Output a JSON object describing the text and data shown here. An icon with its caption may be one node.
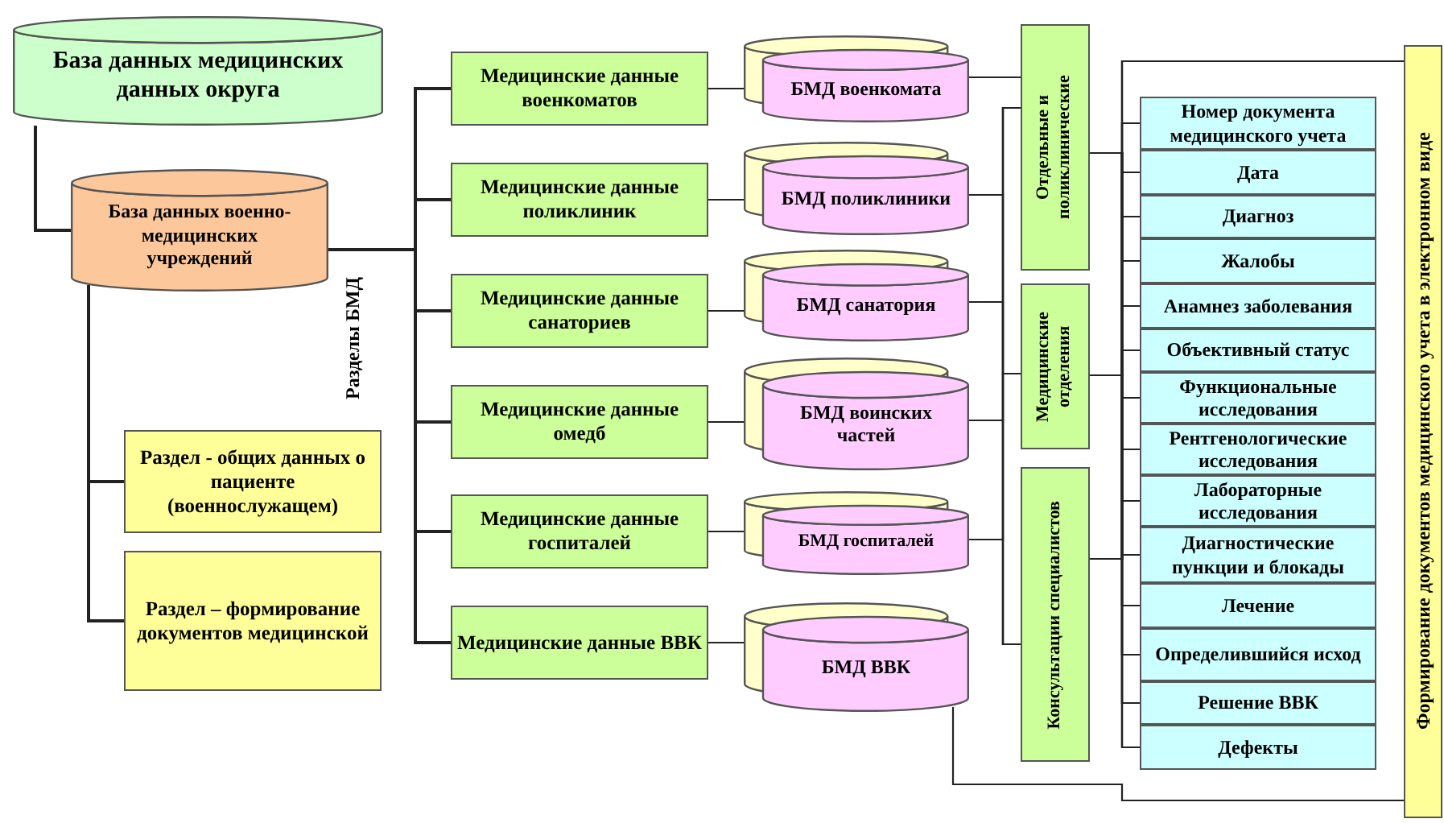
{
  "diagram": {
    "nodes": [
      {
        "text": [
          "База данных медицинских данных округа"
        ]
      },
      {
        "text": [
          "База данных военно-медицинских учреждений"
        ]
      },
      {
        "text": [
          "Раздел - общих данных о пациенте (военнослужащем)"
        ]
      },
      {
        "text": [
          "Раздел – формирование документов медицинской"
        ]
      },
      {
        "text": [
          "Медицинские данные военкоматов"
        ]
      },
      {
        "text": [
          "Медицинские данные поликлиник"
        ]
      },
      {
        "text": [
          "Медицинские данные санаториев"
        ]
      },
      {
        "text": [
          "Медицинские данные омедб"
        ]
      },
      {
        "text": [
          "Медицинские данные госпиталей"
        ]
      },
      {
        "text": [
          "Медицинские данные ВВК"
        ]
      },
      {
        "text": [
          "БМД военкомата"
        ]
      },
      {
        "text": [
          "БМД поликлиники"
        ]
      },
      {
        "text": [
          "БМД санатория"
        ]
      },
      {
        "text": [
          "БМД воинских частей"
        ]
      },
      {
        "text": [
          "БМД госпиталей"
        ]
      },
      {
        "text": [
          "БМД ВВК"
        ]
      },
      {
        "text": [
          "Отдельные и поликлинические"
        ]
      },
      {
        "text": [
          "Медицинские отделения"
        ]
      },
      {
        "text": [
          "Консультации специалистов"
        ]
      },
      {
        "text": [
          "Номер документа медицинского учета"
        ]
      },
      {
        "text": [
          "Дата"
        ]
      },
      {
        "text": [
          "Диагноз"
        ]
      },
      {
        "text": [
          "Жалобы"
        ]
      },
      {
        "text": [
          "Анамнез заболевания"
        ]
      },
      {
        "text": [
          "Объективный статус"
        ]
      },
      {
        "text": [
          "Функциональные исследования"
        ]
      },
      {
        "text": [
          "Рентгенологические исследования"
        ]
      },
      {
        "text": [
          "Лабораторные исследования"
        ]
      },
      {
        "text": [
          "Диагностические пункции и блокады"
        ]
      },
      {
        "text": [
          "Лечение"
        ]
      },
      {
        "text": [
          "Определившийся исход"
        ]
      },
      {
        "text": [
          "Решение ВВК"
        ]
      },
      {
        "text": [
          "Дефекты"
        ]
      },
      {
        "text": [
          "Формирование документов медицинского учета в электронном виде"
        ]
      }
    ],
    "edges": [
      {
        "from": 0,
        "to": 1,
        "arrow": "none"
      },
      {
        "from": 1,
        "to": 2,
        "arrow": "none"
      },
      {
        "from": 1,
        "to": 3,
        "arrow": "none"
      },
      {
        "from": 1,
        "to": 4,
        "arrow": "none"
      },
      {
        "from": 1,
        "to": 5,
        "arrow": "none"
      },
      {
        "from": 1,
        "to": 6,
        "arrow": "none"
      },
      {
        "from": 1,
        "to": 7,
        "arrow": "none"
      },
      {
        "from": 1,
        "to": 8,
        "arrow": "none"
      },
      {
        "from": 1,
        "to": 9,
        "arrow": "none"
      },
      {
        "from": 4,
        "to": 10,
        "arrow": "none"
      },
      {
        "from": 5,
        "to": 11,
        "arrow": "none"
      },
      {
        "from": 6,
        "to": 12,
        "arrow": "none"
      },
      {
        "from": 7,
        "to": 13,
        "arrow": "none"
      },
      {
        "from": 8,
        "to": 14,
        "arrow": "none"
      },
      {
        "from": 9,
        "to": 15,
        "arrow": "none"
      },
      {
        "from": 10,
        "to": 16,
        "arrow": "none"
      },
      {
        "from": 11,
        "to": 16,
        "arrow": "none"
      },
      {
        "from": 11,
        "to": 17,
        "arrow": "none"
      },
      {
        "from": 11,
        "to": 18,
        "arrow": "none"
      },
      {
        "from": 12,
        "to": 16,
        "arrow": "none"
      },
      {
        "from": 12,
        "to": 17,
        "arrow": "none"
      },
      {
        "from": 12,
        "to": 18,
        "arrow": "none"
      },
      {
        "from": 13,
        "to": 16,
        "arrow": "none"
      },
      {
        "from": 13,
        "to": 17,
        "arrow": "none"
      },
      {
        "from": 13,
        "to": 18,
        "arrow": "none"
      },
      {
        "from": 14,
        "to": 16,
        "arrow": "none"
      },
      {
        "from": 14,
        "to": 17,
        "arrow": "none"
      },
      {
        "from": 14,
        "to": 18,
        "arrow": "none"
      },
      {
        "from": 16,
        "to": 19,
        "arrow": "none"
      },
      {
        "from": 16,
        "to": 20,
        "arrow": "none"
      },
      {
        "from": 16,
        "to": 21,
        "arrow": "none"
      },
      {
        "from": 16,
        "to": 22,
        "arrow": "none"
      },
      {
        "from": 16,
        "to": 23,
        "arrow": "none"
      },
      {
        "from": 16,
        "to": 24,
        "arrow": "none"
      },
      {
        "from": 16,
        "to": 25,
        "arrow": "none"
      },
      {
        "from": 16,
        "to": 26,
        "arrow": "none"
      },
      {
        "from": 16,
        "to": 27,
        "arrow": "none"
      },
      {
        "from": 16,
        "to": 28,
        "arrow": "none"
      },
      {
        "from": 16,
        "to": 29,
        "arrow": "none"
      },
      {
        "from": 16,
        "to": 30,
        "arrow": "none"
      },
      {
        "from": 16,
        "to": 31,
        "arrow": "none"
      },
      {
        "from": 16,
        "to": 32,
        "arrow": "none"
      },
      {
        "from": 17,
        "to": 19,
        "arrow": "none"
      },
      {
        "from": 17,
        "to": 20,
        "arrow": "none"
      },
      {
        "from": 17,
        "to": 21,
        "arrow": "none"
      },
      {
        "from": 17,
        "to": 22,
        "arrow": "none"
      },
      {
        "from": 17,
        "to": 23,
        "arrow": "none"
      },
      {
        "from": 17,
        "to": 24,
        "arrow": "none"
      },
      {
        "from": 17,
        "to": 25,
        "arrow": "none"
      },
      {
        "from": 17,
        "to": 26,
        "arrow": "none"
      },
      {
        "from": 17,
        "to": 27,
        "arrow": "none"
      },
      {
        "from": 17,
        "to": 28,
        "arrow": "none"
      },
      {
        "from": 17,
        "to": 29,
        "arrow": "none"
      },
      {
        "from": 17,
        "to": 30,
        "arrow": "none"
      },
      {
        "from": 17,
        "to": 31,
        "arrow": "none"
      },
      {
        "from": 17,
        "to": 32,
        "arrow": "none"
      },
      {
        "from": 18,
        "to": 19,
        "arrow": "none"
      },
      {
        "from": 18,
        "to": 20,
        "arrow": "none"
      },
      {
        "from": 18,
        "to": 21,
        "arrow": "none"
      },
      {
        "from": 18,
        "to": 22,
        "arrow": "none"
      },
      {
        "from": 18,
        "to": 23,
        "arrow": "none"
      },
      {
        "from": 18,
        "to": 24,
        "arrow": "none"
      },
      {
        "from": 18,
        "to": 25,
        "arrow": "none"
      },
      {
        "from": 18,
        "to": 26,
        "arrow": "none"
      },
      {
        "from": 18,
        "to": 27,
        "arrow": "none"
      },
      {
        "from": 18,
        "to": 28,
        "arrow": "none"
      },
      {
        "from": 18,
        "to": 29,
        "arrow": "none"
      },
      {
        "from": 18,
        "to": 30,
        "arrow": "none"
      },
      {
        "from": 18,
        "to": 31,
        "arrow": "none"
      },
      {
        "from": 18,
        "to": 32,
        "arrow": "none"
      },
      {
        "from": 16,
        "to": 33,
        "arrow": "none"
      },
      {
        "from": 17,
        "to": 33,
        "arrow": "none"
      },
      {
        "from": 18,
        "to": 33,
        "arrow": "none"
      },
      {
        "from": 15,
        "to": 33,
        "arrow": "none"
      }
    ],
    "labels": [
      "Разделы БМД"
    ]
  }
}
